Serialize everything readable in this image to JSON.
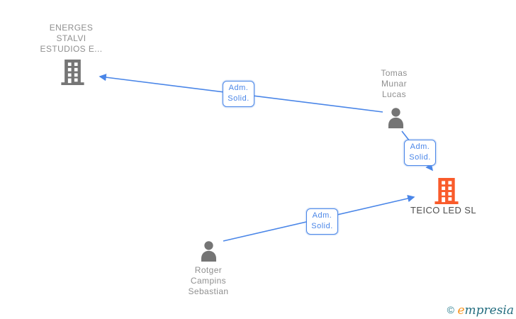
{
  "diagram": {
    "title": "Company relationship graph",
    "nodes": [
      {
        "id": "energes",
        "type": "company",
        "icon": "building-icon",
        "full_name": "ENERGES STALVI ESTUDIOS E...",
        "lines": [
          "ENERGES",
          "STALVI",
          "ESTUDIOS E..."
        ],
        "icon_color": "#757575",
        "label_color": "#8f8f8f"
      },
      {
        "id": "tomas",
        "type": "person",
        "icon": "person-icon",
        "full_name": "Tomas Munar Lucas",
        "lines": [
          "Tomas",
          "Munar",
          "Lucas"
        ],
        "icon_color": "#757575",
        "label_color": "#8f8f8f"
      },
      {
        "id": "teico",
        "type": "company",
        "icon": "building-icon",
        "full_name": "TEICO LED SL",
        "lines": [
          "TEICO LED SL"
        ],
        "icon_color": "#f95b2b",
        "label_color": "#4f4f4f"
      },
      {
        "id": "rotger",
        "type": "person",
        "icon": "person-icon",
        "full_name": "Rotger Campins Sebastian",
        "lines": [
          "Rotger",
          "Campins",
          "Sebastian"
        ],
        "icon_color": "#757575",
        "label_color": "#8f8f8f"
      }
    ],
    "edges": [
      {
        "from": "Tomas Munar Lucas",
        "to": "ENERGES STALVI ESTUDIOS E...",
        "label": "Adm. Solid.",
        "label_lines": [
          "Adm.",
          "Solid."
        ]
      },
      {
        "from": "Tomas Munar Lucas",
        "to": "TEICO LED SL",
        "label": "Adm. Solid.",
        "label_lines": [
          "Adm.",
          "Solid."
        ]
      },
      {
        "from": "Rotger Campins Sebastian",
        "to": "TEICO LED SL",
        "label": "Adm. Solid.",
        "label_lines": [
          "Adm.",
          "Solid."
        ]
      }
    ],
    "colors": {
      "edge_blue": "#4a86e8",
      "company_gray": "#757575",
      "company_orange": "#f95b2b",
      "person_gray": "#757575",
      "name_gray": "#8f8f8f",
      "name_dark": "#4f4f4f"
    }
  },
  "footer": {
    "copyright": "©",
    "brand": "empresia",
    "brand_initial": "e",
    "brand_rest": "mpresia",
    "teal": "#256e80",
    "orange": "#f7941d"
  }
}
